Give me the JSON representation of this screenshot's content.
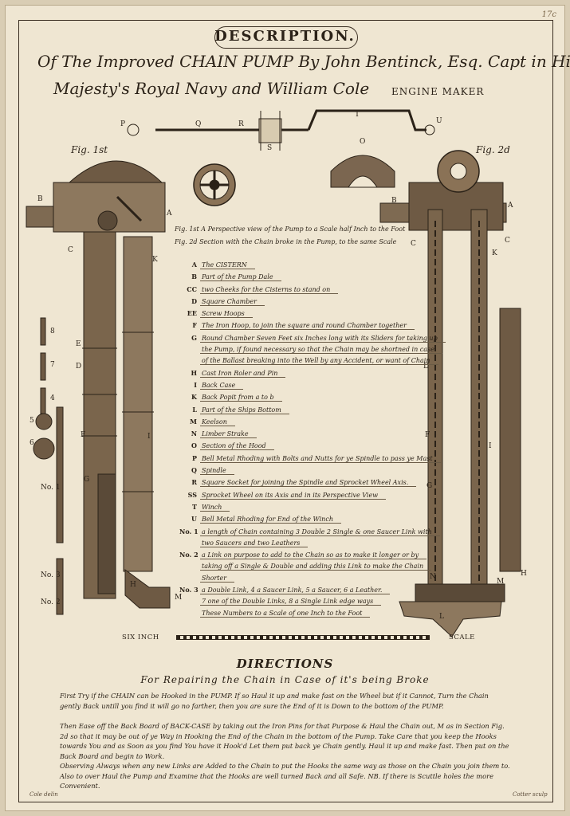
{
  "page": {
    "corner_number": "17c",
    "title": "DESCRIPTION.",
    "subtitle_line1": "Of The Improved CHAIN PUMP By John Bentinck, Esq. Capt in His",
    "subtitle_line2": "Majesty's Royal Navy and William Cole",
    "engine_maker": "ENGINE MAKER",
    "fig1": "Fig. 1st",
    "fig2": "Fig. 2d",
    "captions": {
      "fig1_caption": "Fig. 1st A Perspective view of the Pump to a Scale half Inch to the Foot",
      "fig2_caption": "Fig. 2d Section with the Chain broke in the Pump, to the same Scale"
    }
  },
  "legend": [
    {
      "key": "A",
      "text": "The CISTERN"
    },
    {
      "key": "B",
      "text": "Part of the Pump Dale"
    },
    {
      "key": "CC",
      "text": "two Cheeks for the Cisterns to stand on"
    },
    {
      "key": "D",
      "text": "Square Chamber"
    },
    {
      "key": "EE",
      "text": "Screw Hoops"
    },
    {
      "key": "F",
      "text": "The Iron Hoop, to join the square and round Chamber together"
    },
    {
      "key": "G",
      "text": "Round Chamber Seven Feet six Inches long with its Sliders for taking up"
    },
    {
      "key": "",
      "text": "the Pump, if found necessary so that the Chain may be shortned in case"
    },
    {
      "key": "",
      "text": "of the Ballast breaking into the Well by any Accident, or want of Chain"
    },
    {
      "key": "H",
      "text": "Cast Iron Roler and Pin"
    },
    {
      "key": "I",
      "text": "Back Case"
    },
    {
      "key": "K",
      "text": "Back Popit from a to b"
    },
    {
      "key": "L",
      "text": "Part of the Ships Bottom"
    },
    {
      "key": "M",
      "text": "Keelson"
    },
    {
      "key": "N",
      "text": "Limber Strake"
    },
    {
      "key": "O",
      "text": "Section of the Hood"
    },
    {
      "key": "P",
      "text": "Bell Metal Rhoding with Bolts and Nutts for ye Spindle to pass ye Mast"
    },
    {
      "key": "Q",
      "text": "Spindle"
    },
    {
      "key": "R",
      "text": "Square Socket for joining the Spindle and Sprocket Wheel Axis."
    },
    {
      "key": "SS",
      "text": "Sprocket Wheel on its Axis and in its Perspective View"
    },
    {
      "key": "T",
      "text": "Winch"
    },
    {
      "key": "U",
      "text": "Bell Metal Rhoding for End of the Winch"
    },
    {
      "key": "No. 1",
      "text": "a length of Chain containing 3 Double 2 Single & one Saucer Link with"
    },
    {
      "key": "",
      "text": "two Saucers and two Leathers"
    },
    {
      "key": "No. 2",
      "text": "a Link on purpose to add to the Chain so as to make it longer or by"
    },
    {
      "key": "",
      "text": "taking off a Single & Double and adding this Link to make the Chain"
    },
    {
      "key": "",
      "text": "Shorter"
    },
    {
      "key": "No. 3",
      "text": "a Double Link, 4 a Saucer Link, 5 a Saucer, 6 a Leather."
    },
    {
      "key": "",
      "text": "7 one of the Double Links, 8 a Single Link edge ways"
    },
    {
      "key": "",
      "text": "These Numbers to a Scale of one Inch to the Foot"
    }
  ],
  "figure_labels": {
    "P": "P",
    "Q": "Q",
    "R": "R",
    "S": "S",
    "T": "T",
    "U": "U",
    "O": "O",
    "A": "A",
    "B": "B",
    "C": "C",
    "D": "D",
    "E": "E",
    "F": "F",
    "G": "G",
    "H": "H",
    "I": "I",
    "K": "K",
    "L": "L",
    "M": "M",
    "N": "N",
    "n8": "8",
    "n7": "7",
    "n4": "4",
    "n5": "5",
    "n6": "6",
    "no1": "No. 1",
    "no3": "No. 3",
    "no2": "No. 2"
  },
  "scale": {
    "left": "SIX INCH",
    "right": "SCALE"
  },
  "directions": {
    "title": "DIRECTIONS",
    "subtitle": "For Repairing the Chain in Case of it's being Broke",
    "para1": "First Try if the CHAIN can be Hooked in the PUMP. If so Haul it up and make fast on the Wheel but if it Cannot, Turn the Chain gently Back untill you find it will go no farther, then you are sure the End of it is Down to the bottom of the PUMP.",
    "para2": "Then Ease off the Back Board of BACK-CASE by taking out the Iron Pins for that Purpose & Haul the Chain out, M as in Section Fig. 2d so that it may be out of ye Way in Hooking the End of the Chain in the bottom of the Pump. Take Care that you keep the Hooks towards You and as Soon as you find You have it Hook'd Let them put back ye Chain gently. Haul it up and make fast. Then put on the Back Board and begin to Work.",
    "para3": "Observing Always when any new Links are Added to the Chain to put the Hooks the same way as those on the Chain you join them to. Also to over Haul the Pump and Examine that the Hooks are well turned Back and all Safe. NB. If there is Scuttle holes the more Convenient."
  },
  "credits": {
    "left": "Cole delin",
    "right": "Cotter sculp"
  },
  "colors": {
    "paper": "#efe6d2",
    "ink": "#2b2218",
    "wood": "#6e5a44"
  }
}
